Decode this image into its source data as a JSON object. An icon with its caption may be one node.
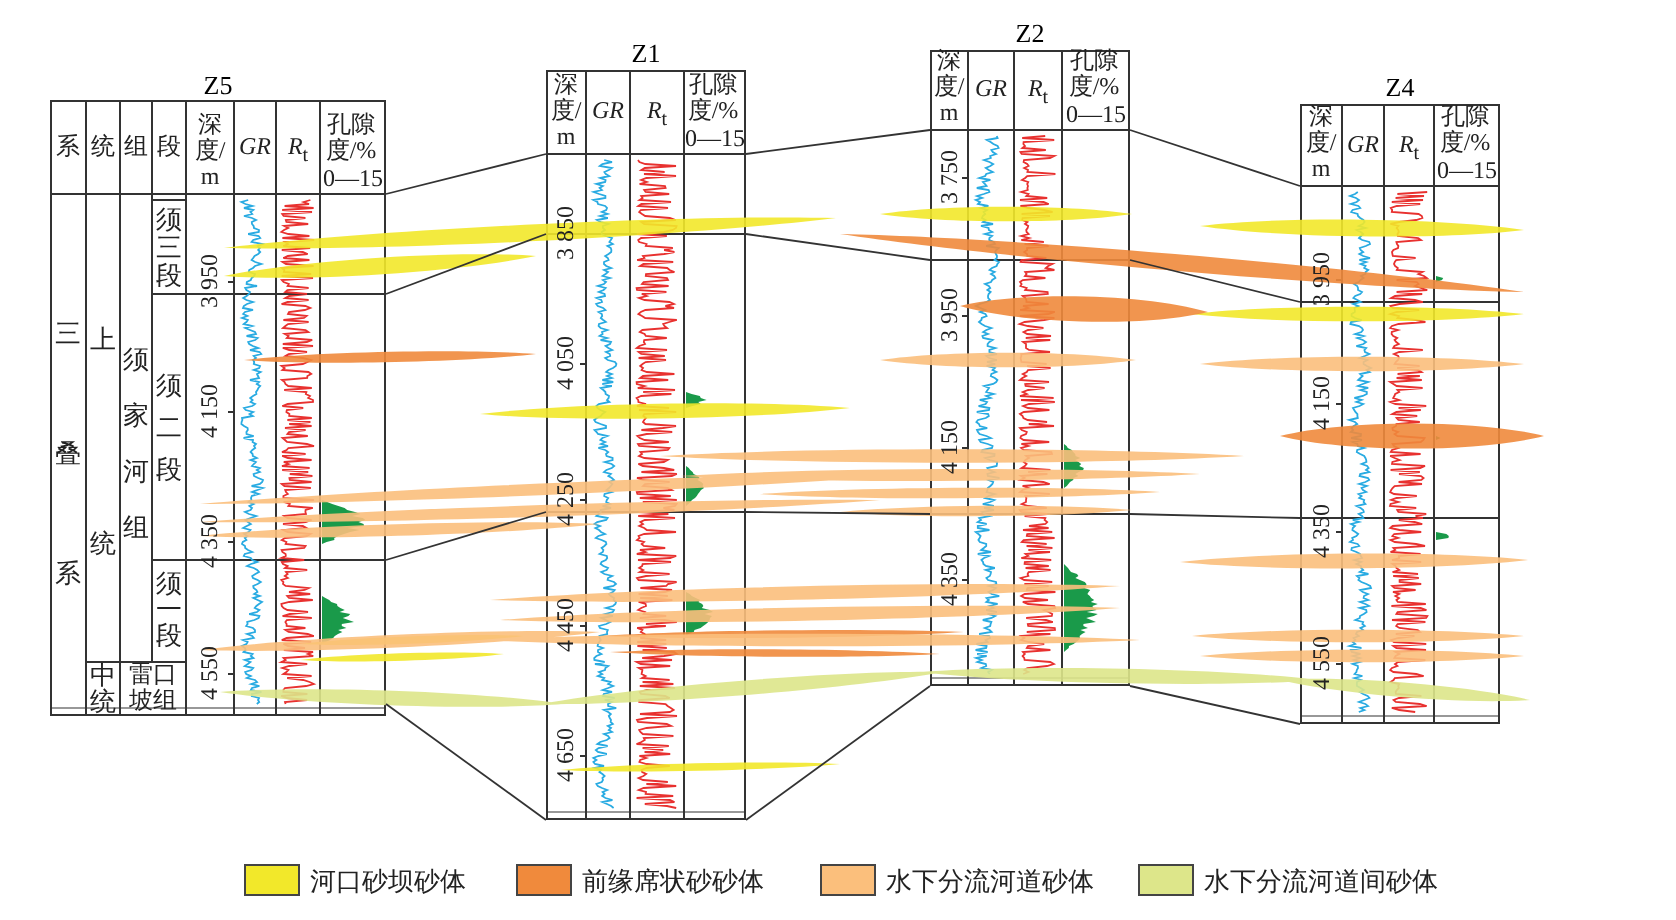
{
  "diagram": {
    "nodes": [
      {
        "text": [
          "Z5"
        ]
      },
      {
        "text": [
          "Z1"
        ]
      },
      {
        "text": [
          "Z2"
        ]
      },
      {
        "text": [
          "Z4"
        ]
      }
    ],
    "edges": [
      {
        "from": 0,
        "to": 1,
        "arrow": "none"
      },
      {
        "from": 0,
        "to": 1,
        "arrow": "none"
      },
      {
        "from": 0,
        "to": 1,
        "arrow": "none"
      },
      {
        "from": 0,
        "to": 1,
        "arrow": "none"
      },
      {
        "from": 1,
        "to": 2,
        "arrow": "none"
      },
      {
        "from": 1,
        "to": 2,
        "arrow": "none"
      },
      {
        "from": 1,
        "to": 2,
        "arrow": "none"
      },
      {
        "from": 1,
        "to": 2,
        "arrow": "none"
      },
      {
        "from": 2,
        "to": 3,
        "arrow": "none"
      },
      {
        "from": 2,
        "to": 3,
        "arrow": "none"
      },
      {
        "from": 2,
        "to": 3,
        "arrow": "none"
      },
      {
        "from": 2,
        "to": 3,
        "arrow": "none"
      }
    ],
    "labels": [
      "系",
      "统",
      "组",
      "段",
      "深度/m",
      "GR",
      "*R*$_{t}$",
      "孔隙度/%",
      "0—15",
      "三叠系",
      "上统",
      "须家河组",
      "须三段",
      "须二段",
      "须一段",
      "中统",
      "雷口坡组",
      "3 950",
      "4 150",
      "4 350",
      "4 550",
      "深度/m",
      "GR",
      "*R*$_{t}$",
      "孔隙度/%",
      "0—15",
      "3 850",
      "4 050",
      "4 250",
      "4 450",
      "4 650",
      "深度/m",
      "GR",
      "*R*$_{t}$",
      "孔隙度/%",
      "0—15",
      "3 750",
      "3 950",
      "4 150",
      "4 350",
      "深度/m",
      "GR",
      "*R*$_{t}$",
      "孔隙度/%",
      "0—15",
      "3 950",
      "4 150",
      "4 350",
      "4 550"
    ],
    "legend": [
      {
        "text": "河口砂坝砂体",
        "color": "#f2e82a"
      },
      {
        "text": "前缘席状砂砂体",
        "color": "#f08a3c"
      },
      {
        "text": "水下分流河道砂体",
        "color": "#fbbf7c"
      },
      {
        "text": "水下分流河道间砂体",
        "color": "#dde68a"
      }
    ]
  }
}
